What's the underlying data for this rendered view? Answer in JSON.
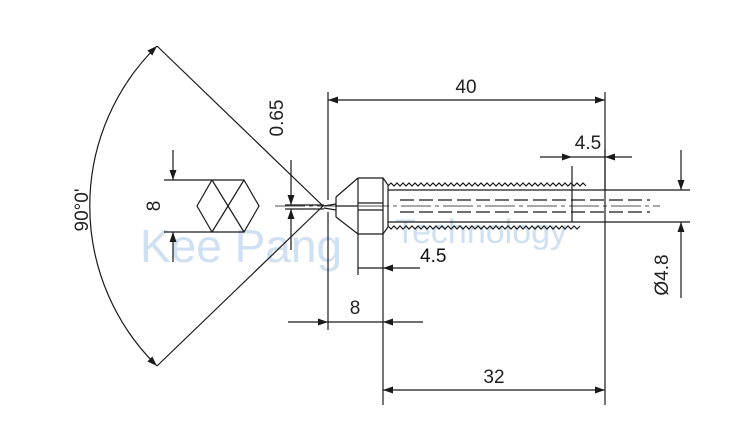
{
  "watermark": {
    "brand": "Kee Pang",
    "sub": "Technology"
  },
  "dimensions": {
    "overall_length": "40",
    "tip_length": "0.65",
    "thread_length": "32",
    "hex_width": "8",
    "hex_length": "8",
    "hex_offset": "4.5",
    "end_offset": "4.5",
    "diameter": "Ø4.8",
    "angle": "90°0'"
  },
  "colors": {
    "line": "#1a1a1a",
    "watermark": "#cfe0f2"
  }
}
